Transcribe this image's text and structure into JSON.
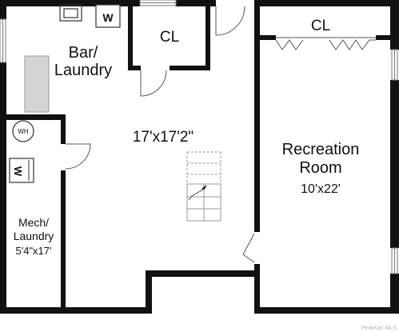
{
  "plan": {
    "rooms": {
      "bar_laundry": {
        "line1": "Bar/",
        "line2": "Laundry"
      },
      "closet_left": "CL",
      "closet_right": "CL",
      "main_area_size": "17'x17'2\"",
      "recreation": {
        "line1": "Recreation",
        "line2": "Room",
        "size": "10'x22'"
      },
      "mech_laundry": {
        "line1": "Mech/",
        "line2": "Laundry",
        "size": "5'4\"x17'"
      }
    },
    "appliances": {
      "washer_top": "W",
      "water_heater": "WH",
      "washer_mech": "W"
    },
    "watermark": "PeakKac MLS"
  },
  "colors": {
    "wall": "#111111",
    "counter": "#d4d4d4",
    "stair": "#999999",
    "window": "#777777"
  }
}
